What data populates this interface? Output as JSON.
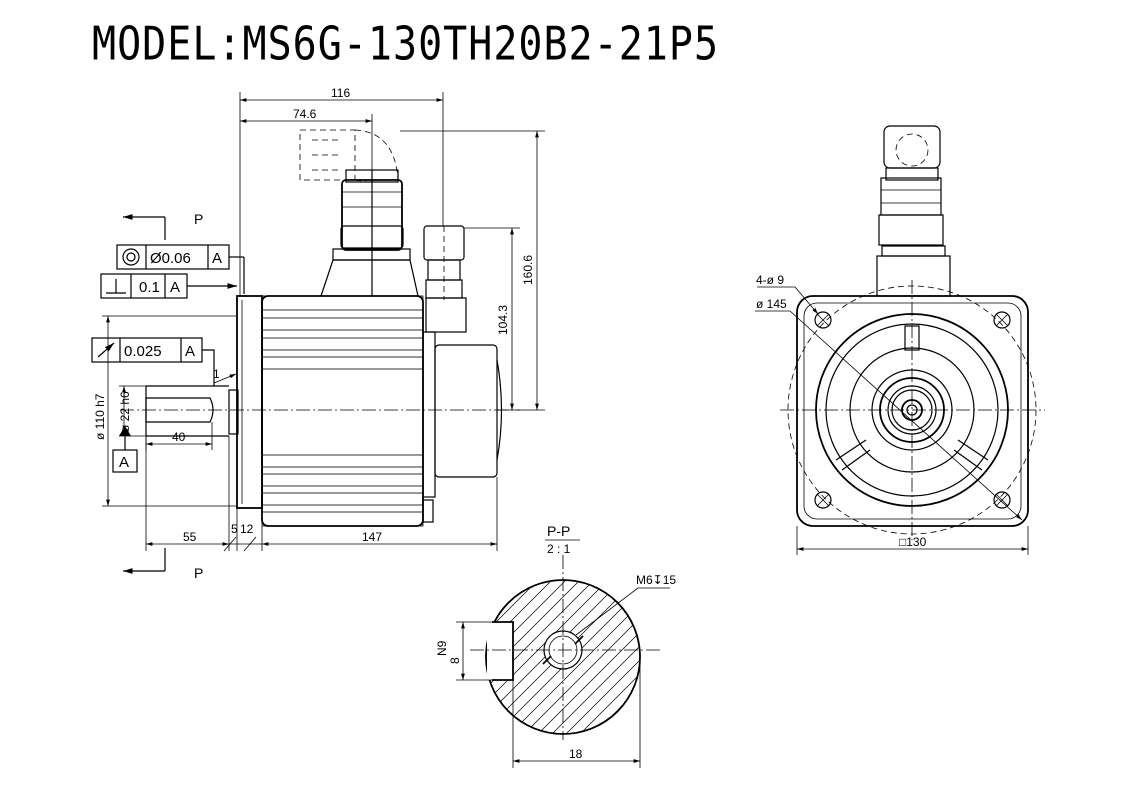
{
  "title": "MODEL:MS6G-130TH20B2-21P5",
  "section_marks": {
    "top": "P",
    "bottom": "P"
  },
  "tolerances": {
    "concentricity_value": "Ø0.06",
    "concentricity_datum": "A",
    "perpendicularity_value": "0.1",
    "perpendicularity_datum": "A",
    "runout_value": "0.025",
    "runout_datum": "A",
    "datum_label": "A"
  },
  "dims_side": {
    "overall_top": "116",
    "connector_offset": "74.6",
    "height_total": "160.6",
    "height_encoder": "104.3",
    "spigot_dia": "ø 110 h7",
    "shaft_dia": "ø 22 h6",
    "shaft_key_len": "40",
    "shaft_len": "55",
    "flange_step": "5",
    "flange_thk": "12",
    "body_len": "147",
    "chamfer": "1"
  },
  "dims_front": {
    "holes": "4-ø 9",
    "pcd": "ø 145",
    "square": "□130"
  },
  "section": {
    "title": "P-P",
    "scale": "2 : 1",
    "thread": "M6↧15",
    "key_width": "N9",
    "key_val": "8",
    "diameter": "18"
  }
}
